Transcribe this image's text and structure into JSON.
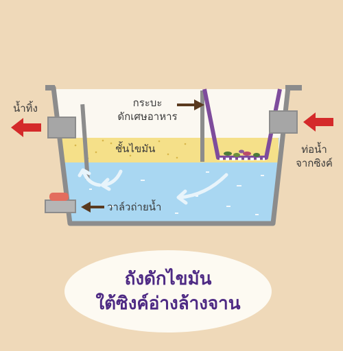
{
  "labels": {
    "outlet": "น้ำทิ้ง",
    "screen_line1": "กระบะ",
    "screen_line2": "ดักเศษอาหาร",
    "grease_layer": "ชั้นไขมัน",
    "inlet_line1": "ท่อน้ำ",
    "inlet_line2": "จากซิงค์",
    "drain_valve": "วาล์วถ่ายน้ำ"
  },
  "caption": {
    "line1": "ถังดักไขมัน",
    "line2": "ใต้ซิงค์อ่างล้างจาน"
  },
  "colors": {
    "background": "#efd9b9",
    "water": "#a9d7f2",
    "grease": "#f5e089",
    "tank_wall": "#8c8c8c",
    "basket": "#7e4c9c",
    "arrow_red": "#d42a2a",
    "arrow_brown": "#5a3a1f",
    "caption_text": "#4e2a84",
    "valve_handle": "#e36d5e"
  }
}
